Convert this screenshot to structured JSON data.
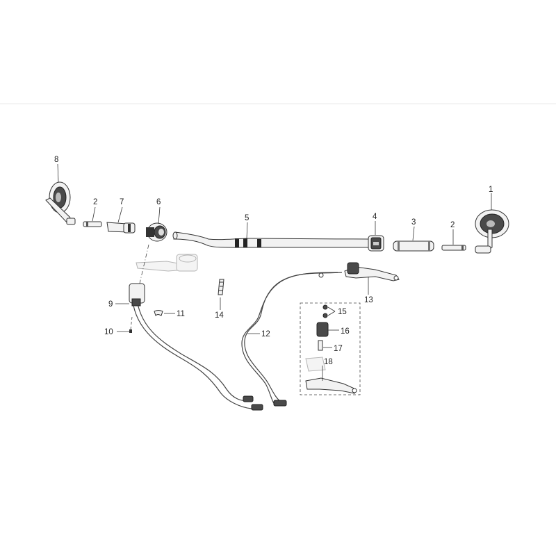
{
  "callouts": [
    {
      "id": "c1",
      "label": "1"
    },
    {
      "id": "c2a",
      "label": "2"
    },
    {
      "id": "c2b",
      "label": "2"
    },
    {
      "id": "c3",
      "label": "3"
    },
    {
      "id": "c4",
      "label": "4"
    },
    {
      "id": "c5",
      "label": "5"
    },
    {
      "id": "c6",
      "label": "6"
    },
    {
      "id": "c7",
      "label": "7"
    },
    {
      "id": "c8",
      "label": "8"
    },
    {
      "id": "c9",
      "label": "9"
    },
    {
      "id": "c10",
      "label": "10"
    },
    {
      "id": "c11",
      "label": "11"
    },
    {
      "id": "c12",
      "label": "12"
    },
    {
      "id": "c13",
      "label": "13"
    },
    {
      "id": "c14",
      "label": "14"
    },
    {
      "id": "c15",
      "label": "15"
    },
    {
      "id": "c16",
      "label": "16"
    },
    {
      "id": "c17",
      "label": "17"
    },
    {
      "id": "c18",
      "label": "18"
    }
  ],
  "colors": {
    "line": "#333333",
    "ghost": "#b5b5b5",
    "rule": "#e6e6e6"
  }
}
